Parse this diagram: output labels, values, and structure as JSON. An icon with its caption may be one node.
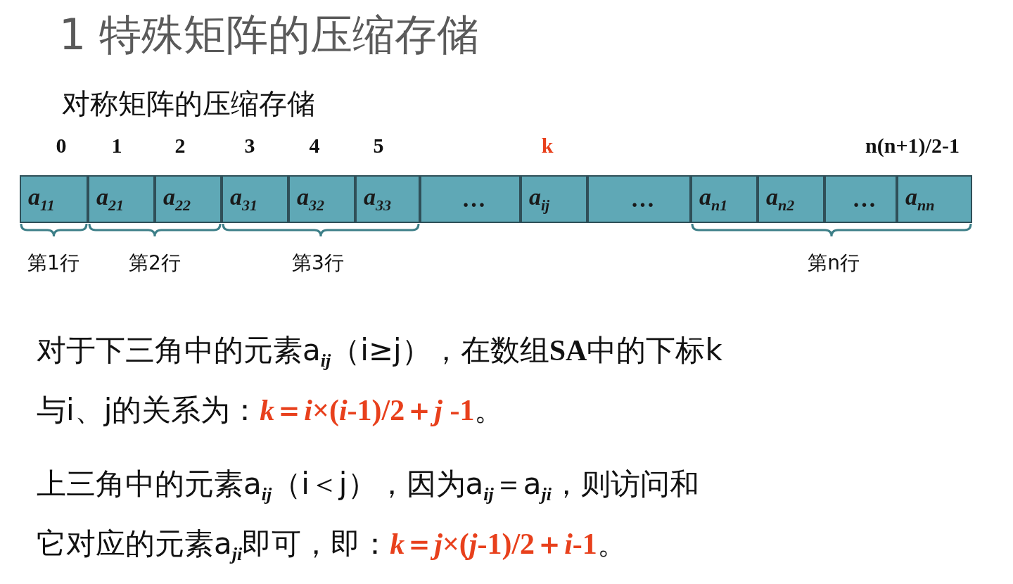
{
  "diagram": {
    "title": "1 特殊矩阵的压缩存储",
    "nodes": [
      {
        "text": [
          "*a*$_{11}$"
        ]
      },
      {
        "text": [
          "*a*$_{21}$"
        ]
      },
      {
        "text": [
          "*a*$_{22}$"
        ]
      },
      {
        "text": [
          "*a*$_{31}$"
        ]
      },
      {
        "text": [
          "*a*$_{32}$"
        ]
      },
      {
        "text": [
          "*a*$_{33}$"
        ]
      },
      {
        "text": [
          "…"
        ]
      },
      {
        "text": [
          "*a*$_{ij}$"
        ]
      },
      {
        "text": [
          "…"
        ]
      },
      {
        "text": [
          "*a*$_{n1}$"
        ]
      },
      {
        "text": [
          "*a*$_{n2}$"
        ]
      },
      {
        "text": [
          "…"
        ]
      },
      {
        "text": [
          "*a*$_{nn}$"
        ]
      }
    ],
    "labels": [
      "对称矩阵的压缩存储",
      "0",
      "1",
      "2",
      "3",
      "4",
      "5",
      "k",
      "n(n+1)/2-1",
      "第1行",
      "第2行",
      "第3行",
      "第n行",
      "对于下三角中的元素a$_{ij}$（i≥j），在数组**SA**中的下标k",
      "与i、j的关系为：",
      "*k*＝*i*×(*i*-1)/2＋*j* -1",
      "。",
      "上三角中的元素a$_{ij}$（i＜j），因为a$_{ij}$＝a$_{ji}$，则访问和",
      "它对应的元素a$_{ji}$即可，即：",
      "*k*＝*j*×(*j*-1)/2＋*i*-1",
      "。"
    ]
  }
}
